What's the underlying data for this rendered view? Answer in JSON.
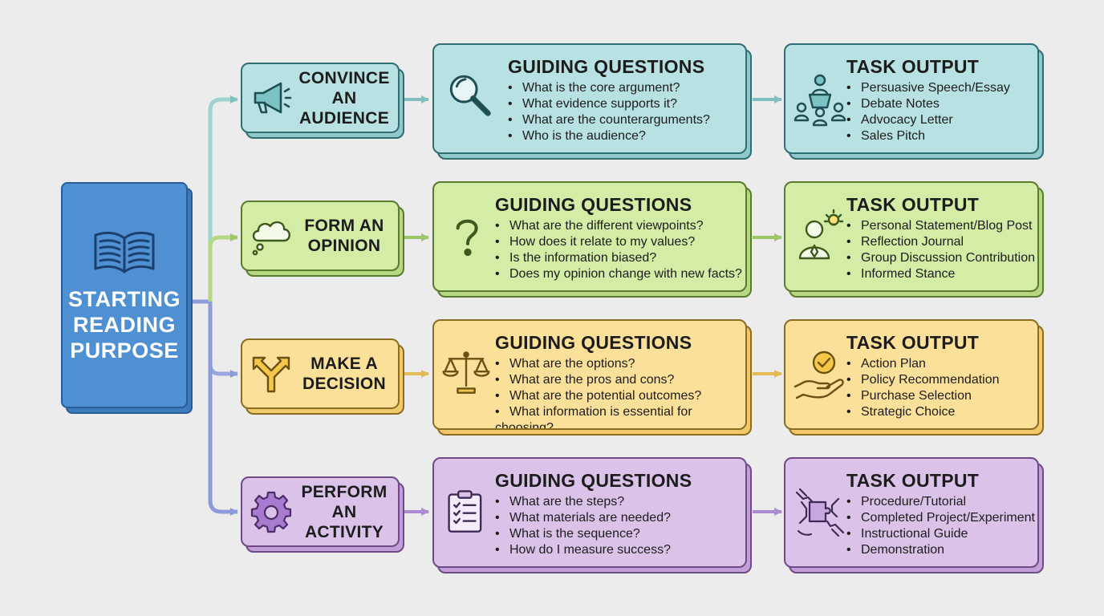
{
  "start": {
    "title": "STARTING\nREADING\nPURPOSE",
    "icon": "open-book-icon"
  },
  "rows": [
    {
      "key": "convince",
      "purpose": {
        "label": "CONVINCE\nAN AUDIENCE",
        "icon": "megaphone-icon"
      },
      "questions": {
        "title": "GUIDING QUESTIONS",
        "icon": "magnifying-glass-icon",
        "items": [
          "What is the core argument?",
          "What evidence supports it?",
          "What are the counterarguments?",
          "Who is the audience?"
        ]
      },
      "output": {
        "title": "TASK OUTPUT",
        "icon": "speaker-podium-icon",
        "items": [
          "Persuasive Speech/Essay",
          "Debate Notes",
          "Advocacy Letter",
          "Sales Pitch"
        ]
      }
    },
    {
      "key": "opinion",
      "purpose": {
        "label": "FORM AN\nOPINION",
        "icon": "thought-cloud-icon"
      },
      "questions": {
        "title": "GUIDING QUESTIONS",
        "icon": "question-mark-icon",
        "items": [
          "What are the different viewpoints?",
          "How does it relate to my values?",
          "Is the information biased?",
          "Does my opinion change with new facts?"
        ]
      },
      "output": {
        "title": "TASK OUTPUT",
        "icon": "person-idea-icon",
        "items": [
          "Personal Statement/Blog Post",
          "Reflection Journal",
          "Group Discussion Contribution",
          "Informed Stance"
        ]
      }
    },
    {
      "key": "decision",
      "purpose": {
        "label": "MAKE A\nDECISION",
        "icon": "split-arrows-icon"
      },
      "questions": {
        "title": "GUIDING QUESTIONS",
        "icon": "balance-scale-icon",
        "items": [
          "What are the options?",
          "What are the pros and cons?",
          "What are the potential outcomes?",
          "What information is essential for choosing?"
        ]
      },
      "output": {
        "title": "TASK OUTPUT",
        "icon": "hand-checkmark-icon",
        "items": [
          "Action Plan",
          "Policy Recommendation",
          "Purchase Selection",
          "Strategic Choice"
        ]
      }
    },
    {
      "key": "activity",
      "purpose": {
        "label": "PERFORM AN\nACTIVITY",
        "icon": "gear-icon"
      },
      "questions": {
        "title": "GUIDING QUESTIONS",
        "icon": "clipboard-checklist-icon",
        "items": [
          "What are the steps?",
          "What materials are needed?",
          "What is the sequence?",
          "How do I measure success?"
        ]
      },
      "output": {
        "title": "TASK OUTPUT",
        "icon": "hands-puzzle-icon",
        "items": [
          "Procedure/Tutorial",
          "Completed Project/Experiment",
          "Instructional Guide",
          "Demonstration"
        ]
      }
    }
  ],
  "colors": {
    "start": "#4e90d2",
    "convince": "#b7e1e2",
    "opinion": "#d3eca6",
    "decision": "#fbe09a",
    "activity": "#dac2e9",
    "background": "#ececec"
  }
}
